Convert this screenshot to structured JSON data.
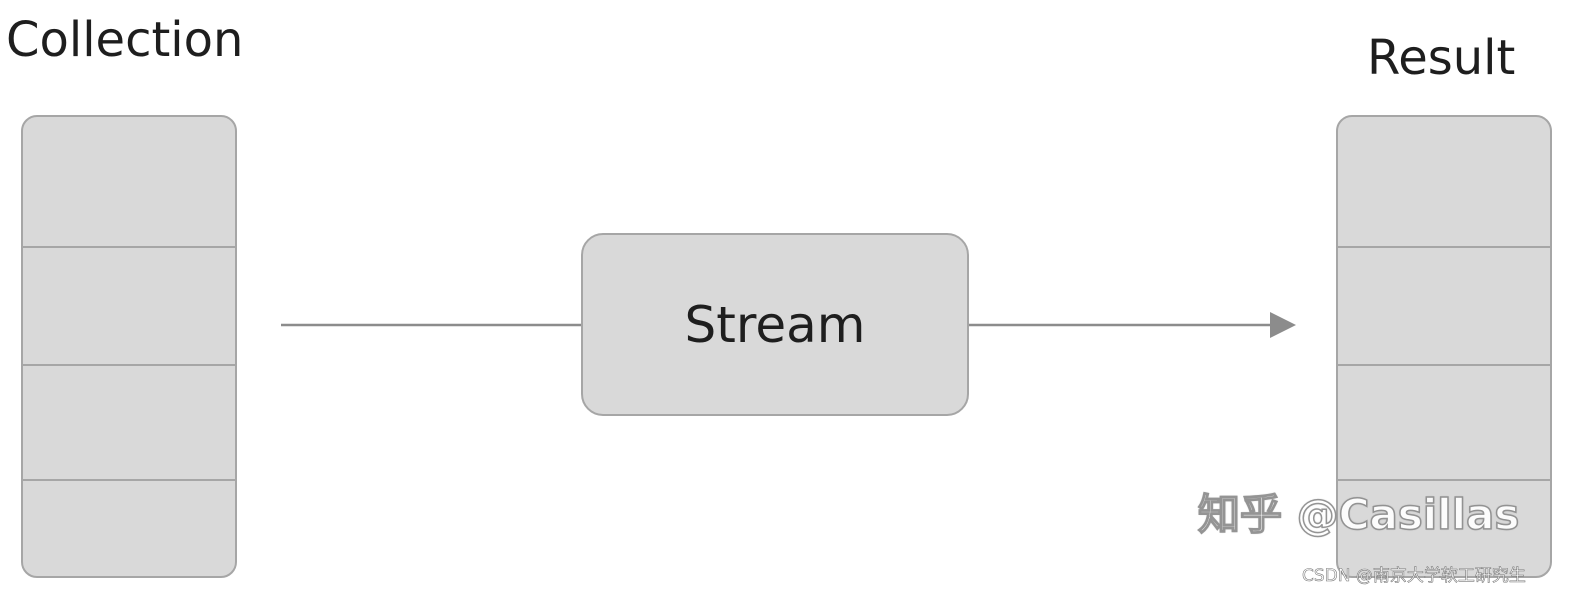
{
  "diagram": {
    "input_label": "Collection",
    "process_label": "Stream",
    "output_label": "Result"
  },
  "watermark": {
    "text": "知乎 @Casillas",
    "credit": "CSDN @南京大学软工研究生"
  },
  "colors": {
    "box_fill": "#d9d9d9",
    "box_border": "#a6a6a6",
    "connector": "#8c8c8c",
    "text": "#1e1e1e"
  }
}
